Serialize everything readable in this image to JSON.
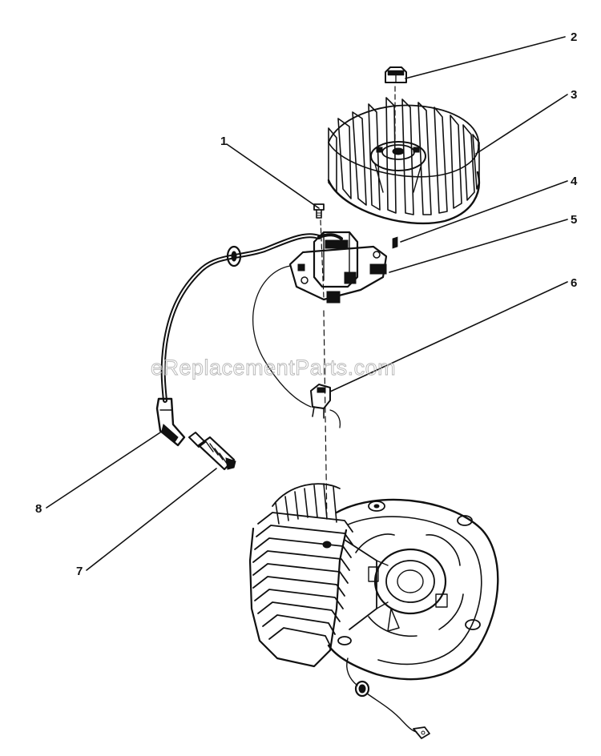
{
  "watermark": "eReplacementParts.com",
  "callouts": [
    {
      "number": "1",
      "part": "screw"
    },
    {
      "number": "2",
      "part": "nut"
    },
    {
      "number": "3",
      "part": "flywheel"
    },
    {
      "number": "4",
      "part": "key"
    },
    {
      "number": "5",
      "part": "ignition-module"
    },
    {
      "number": "6",
      "part": "clip"
    },
    {
      "number": "7",
      "part": "spark-plug"
    },
    {
      "number": "8",
      "part": "spark-plug-boot"
    }
  ],
  "colors": {
    "ink": "#111111",
    "watermark": "#b5b5b5",
    "background": "#ffffff"
  }
}
